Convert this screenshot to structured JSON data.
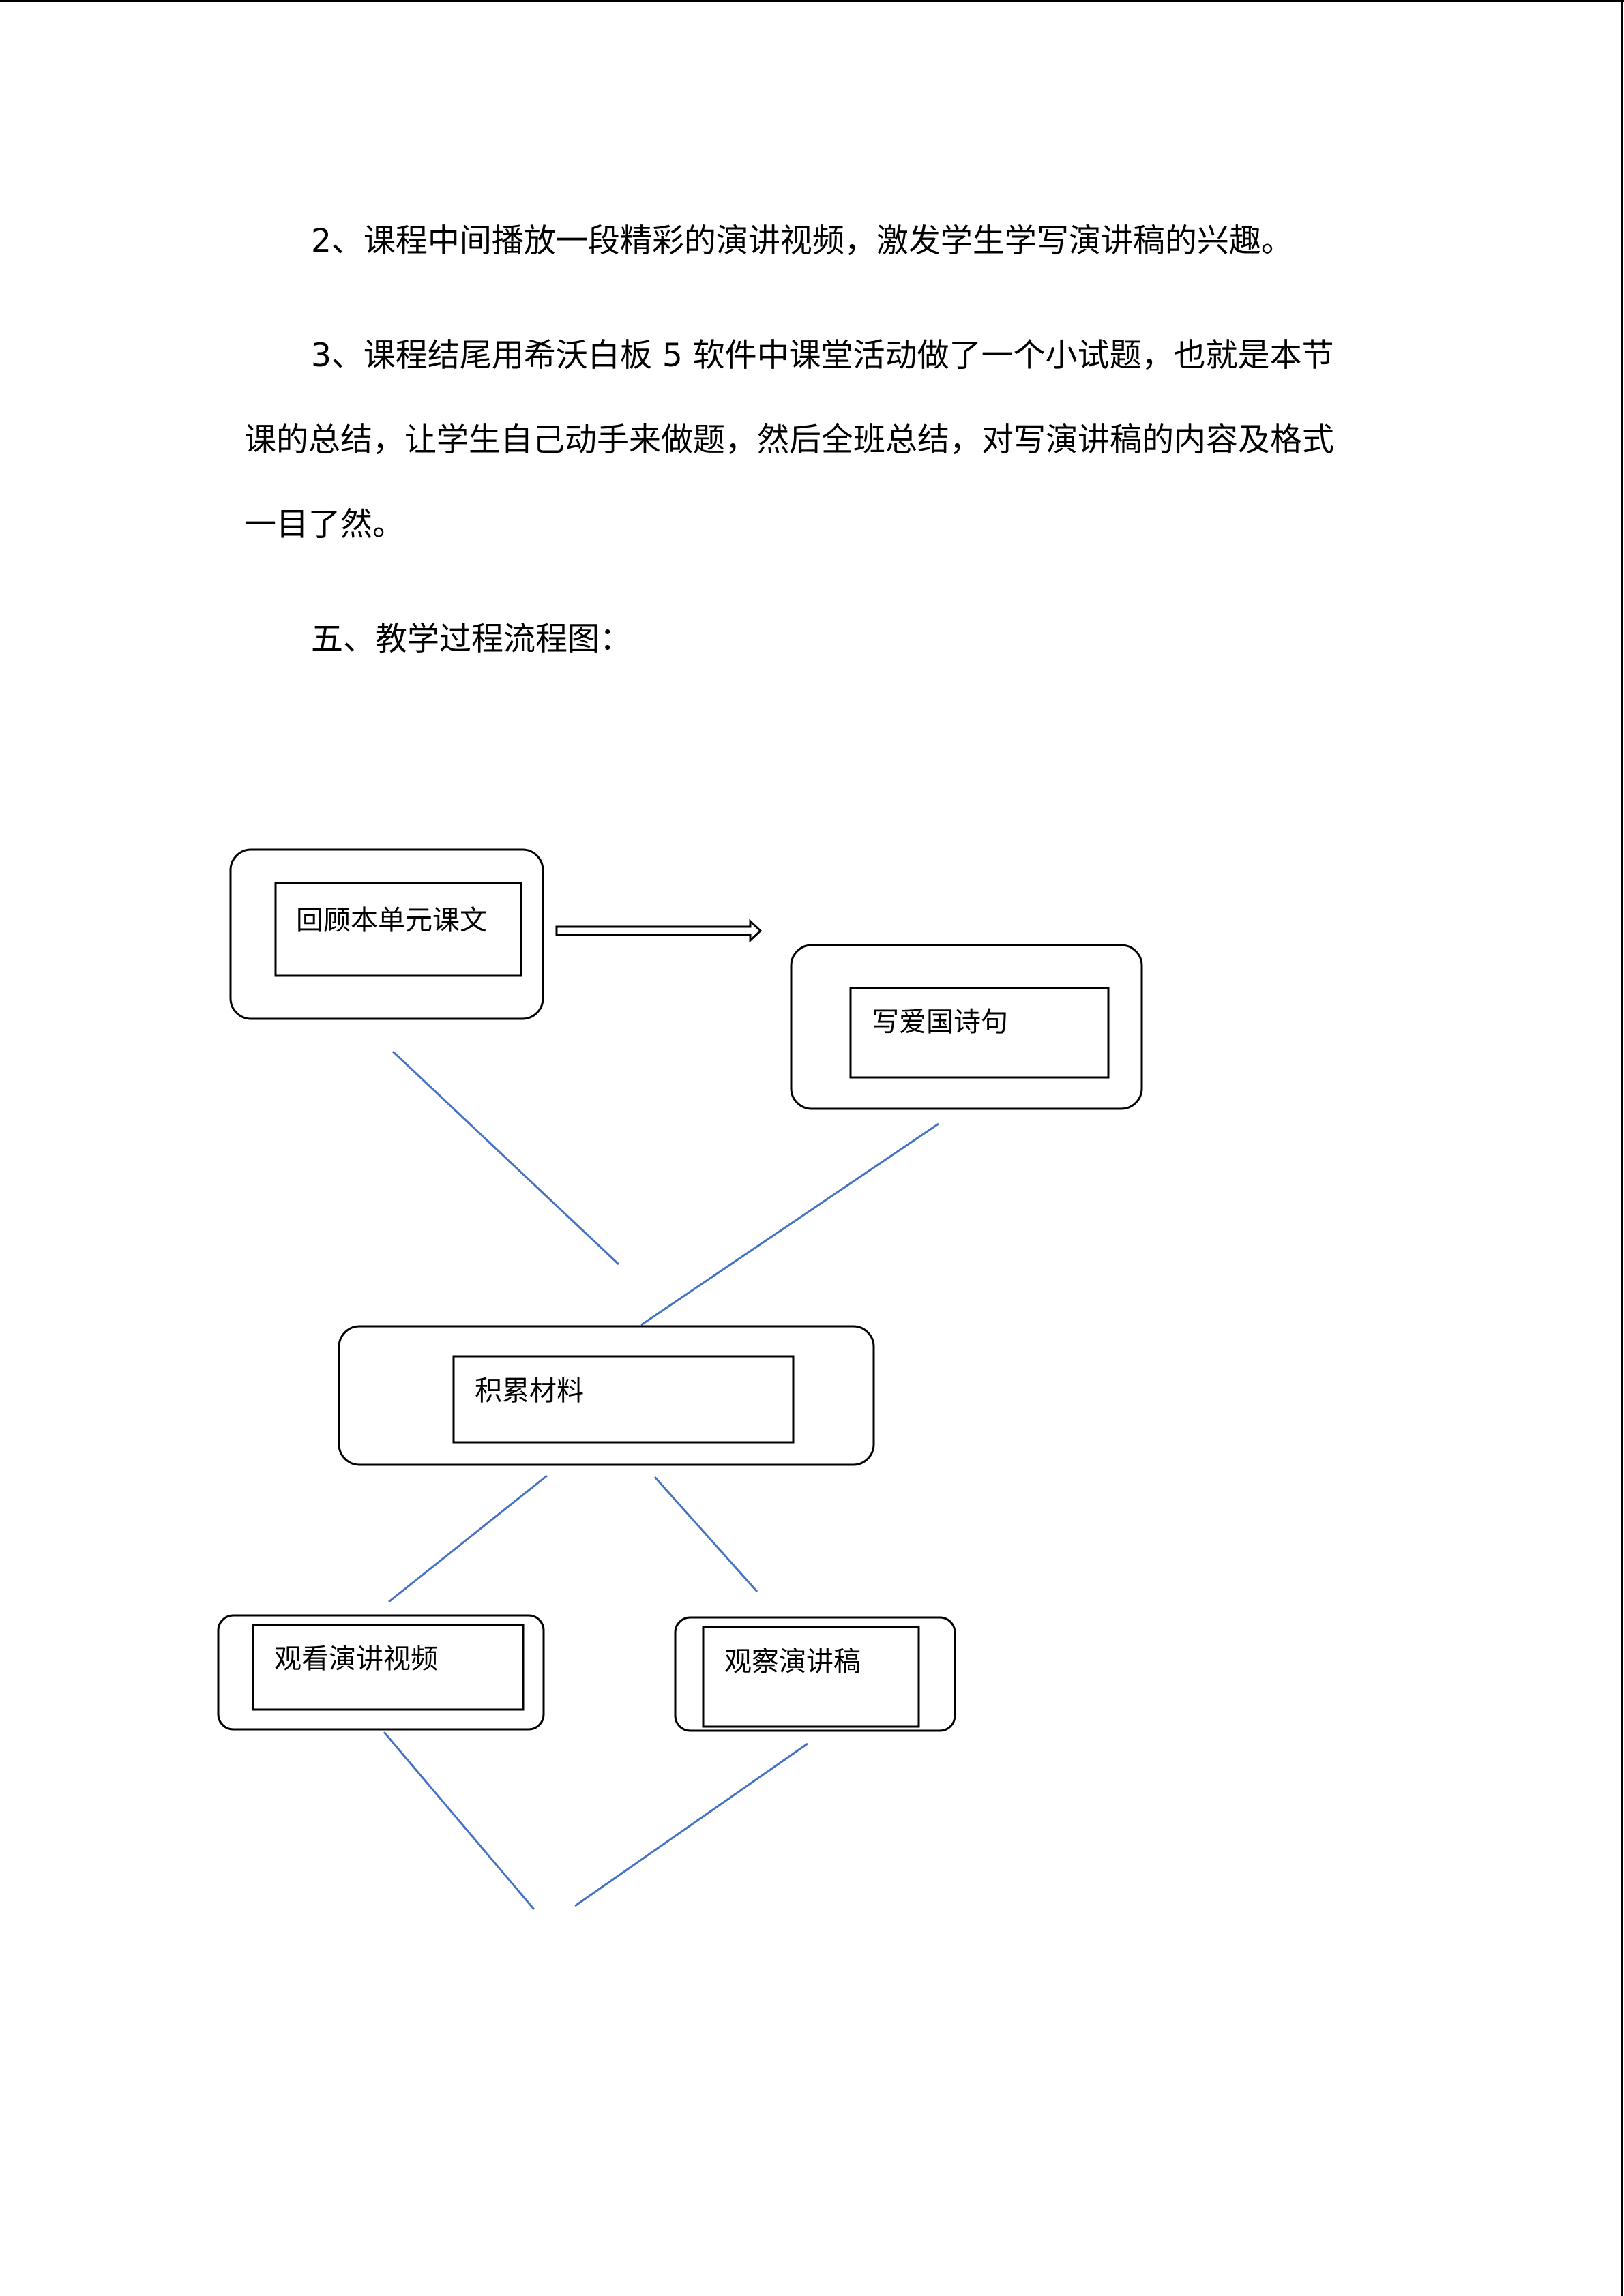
{
  "document": {
    "paragraphs": {
      "p2": "2、课程中间播放一段精彩的演讲视频，激发学生学写演讲稿的兴趣。",
      "p3_line1": "3、课程结尾用希沃白板 5 软件中课堂活动做了一个小试题，也就是本节",
      "p3_line2": "课的总结，让学生自己动手来做题，然后全班总结，对写演讲稿的内容及格式",
      "p3_line3": "一目了然。",
      "p5": "五、教学过程流程图："
    },
    "flowchart": {
      "nodes": {
        "review": "回顾本单元课文",
        "poem": "写爱国诗句",
        "accumulate": "积累材料",
        "watch_video": "观看演讲视频",
        "observe": "观察演讲稿"
      },
      "colors": {
        "connector": "#4472c4",
        "box_stroke": "#000000"
      }
    }
  }
}
